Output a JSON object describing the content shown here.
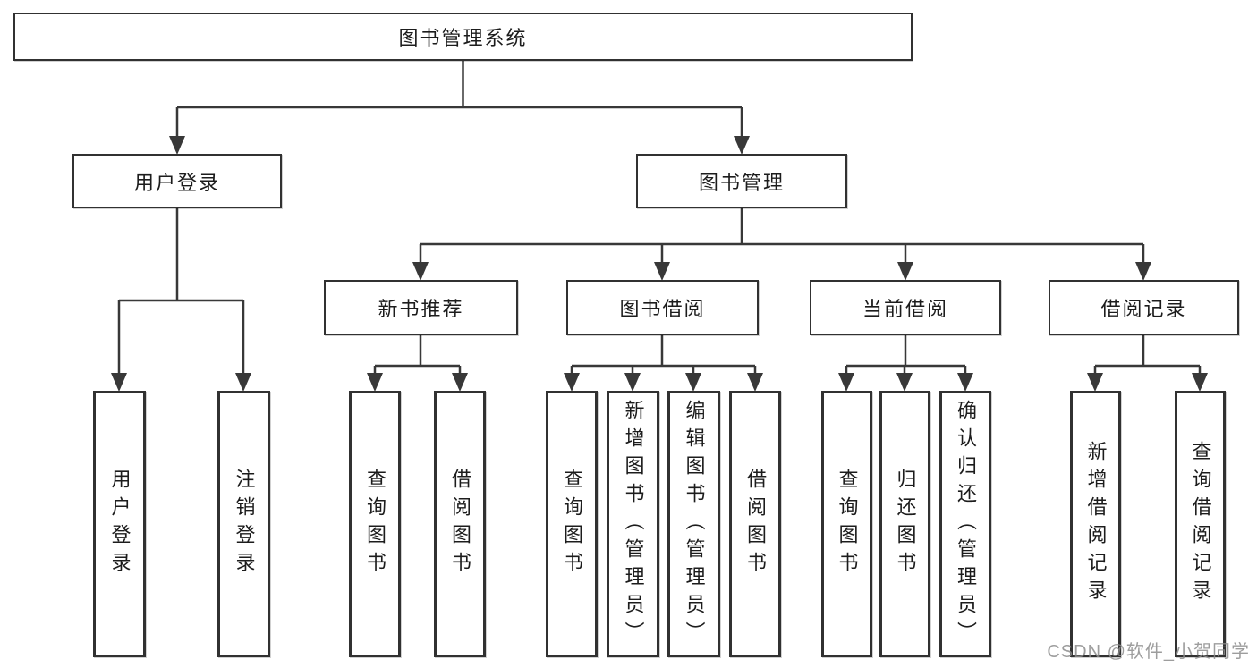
{
  "watermark": "CSDN @软件_小贺同学",
  "tree": {
    "root": {
      "label": "图书管理系统"
    },
    "level1": [
      {
        "id": "user-login-group",
        "label": "用户登录"
      },
      {
        "id": "book-management-group",
        "label": "图书管理"
      }
    ],
    "level2": [
      {
        "id": "new-book-recommend",
        "label": "新书推荐",
        "parent": "图书管理"
      },
      {
        "id": "book-borrowing",
        "label": "图书借阅",
        "parent": "图书管理"
      },
      {
        "id": "current-borrowing",
        "label": "当前借阅",
        "parent": "图书管理"
      },
      {
        "id": "borrowing-records",
        "label": "借阅记录",
        "parent": "图书管理"
      }
    ],
    "leaves": [
      {
        "id": "user-login",
        "label": "用户登录",
        "parent": "用户登录"
      },
      {
        "id": "logout",
        "label": "注销登录",
        "parent": "用户登录"
      },
      {
        "id": "nb-query-books",
        "label": "查询图书",
        "parent": "新书推荐"
      },
      {
        "id": "nb-borrow-books",
        "label": "借阅图书",
        "parent": "新书推荐"
      },
      {
        "id": "bb-query-books",
        "label": "查询图书",
        "parent": "图书借阅"
      },
      {
        "id": "bb-add-books-admin",
        "label": "新增图书（管理员）",
        "parent": "图书借阅"
      },
      {
        "id": "bb-edit-books-admin",
        "label": "编辑图书（管理员）",
        "parent": "图书借阅"
      },
      {
        "id": "bb-borrow-books",
        "label": "借阅图书",
        "parent": "图书借阅"
      },
      {
        "id": "cb-query-books",
        "label": "查询图书",
        "parent": "当前借阅"
      },
      {
        "id": "cb-return-books",
        "label": "归还图书",
        "parent": "当前借阅"
      },
      {
        "id": "cb-confirm-return-admin",
        "label": "确认归还（管理员）",
        "parent": "当前借阅"
      },
      {
        "id": "br-add-record",
        "label": "新增借阅记录",
        "parent": "借阅记录"
      },
      {
        "id": "br-query-record",
        "label": "查询借阅记录",
        "parent": "借阅记录"
      }
    ],
    "line_color": "#383838"
  }
}
